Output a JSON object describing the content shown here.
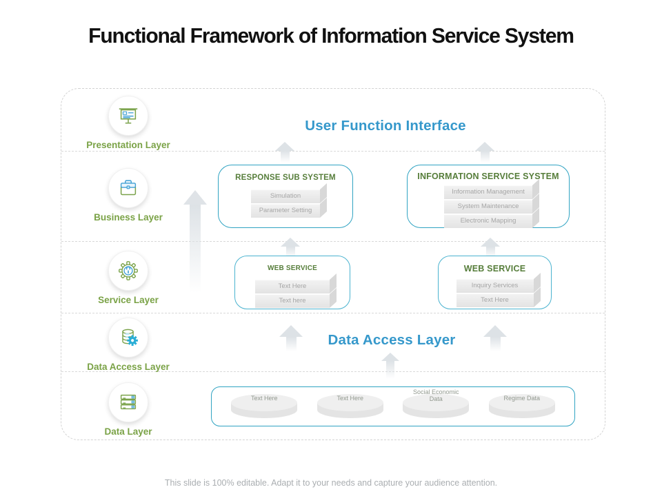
{
  "title": "Functional Framework of Information Service System",
  "footer": "This slide is 100% editable. Adapt it to your needs and capture your audience attention.",
  "colors": {
    "title_text": "#111111",
    "layer_label_green": "#7aa246",
    "box_title_green": "#567d3a",
    "blue_heading": "#3598cb",
    "box_border_teal": "#2fa3c2",
    "arrow_gray": "#dde2e6",
    "slab_gray": "#e9e9e9",
    "footer_gray": "#aaaeb1"
  },
  "sidebar": {
    "layers": [
      {
        "label": "Presentation Layer",
        "icon": "presentation-icon"
      },
      {
        "label": "Business Layer",
        "icon": "briefcase-icon"
      },
      {
        "label": "Service Layer",
        "icon": "gear-icon"
      },
      {
        "label": "Data Access Layer",
        "icon": "database-gear-icon"
      },
      {
        "label": "Data Layer",
        "icon": "server-icon"
      }
    ]
  },
  "diagram": {
    "presentation": {
      "heading": "User Function Interface"
    },
    "business": {
      "boxes": [
        {
          "title": "RESPONSE SUB SYSTEM",
          "items": [
            "Simulation",
            "Parameter Setting"
          ]
        },
        {
          "title": "INFORMATION SERVICE SYSTEM",
          "items": [
            "Information Management",
            "System Maintenance",
            "Electronic Mapping"
          ]
        }
      ]
    },
    "service": {
      "boxes": [
        {
          "title": "WEB SERVICE",
          "items": [
            "Text Here",
            "Text here"
          ]
        },
        {
          "title": "WEB SERVICE",
          "items": [
            "Inquiry  Services",
            "Text Here"
          ]
        }
      ]
    },
    "data_access": {
      "heading": "Data Access Layer"
    },
    "data": {
      "cylinders": [
        "Text Here",
        "Text Here",
        "Social Economic Data",
        "Regime Data"
      ]
    }
  }
}
